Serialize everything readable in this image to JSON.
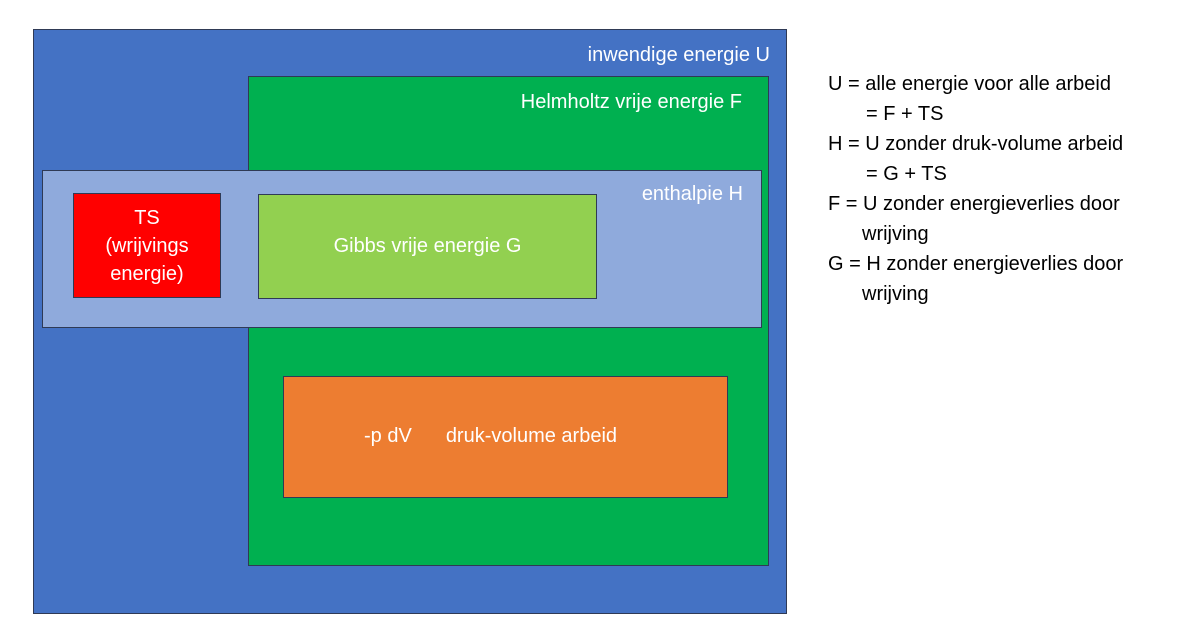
{
  "diagram": {
    "inner_energy_label": "inwendige energie U",
    "helmholtz_label": "Helmholtz vrije energie F",
    "enthalpy_label": "enthalpie H",
    "ts_lines": [
      "TS",
      "(wrijvings",
      "energie)"
    ],
    "gibbs_label": "Gibbs vrije energie G",
    "pdv_symbol": "-p dV",
    "pdv_label": "druk-volume arbeid",
    "colors": {
      "inner_energy": "#4472c4",
      "helmholtz": "#00b050",
      "enthalpy": "#8faadc",
      "ts": "#ff0000",
      "gibbs": "#92d050",
      "pdv": "#ed7d31"
    }
  },
  "legend": [
    "U = alle energie voor alle arbeid",
    "= F + TS",
    "H = U zonder druk-volume arbeid",
    "= G + TS",
    "F = U zonder energieverlies door",
    "wrijving",
    "G = H zonder energieverlies door",
    "wrijving"
  ]
}
